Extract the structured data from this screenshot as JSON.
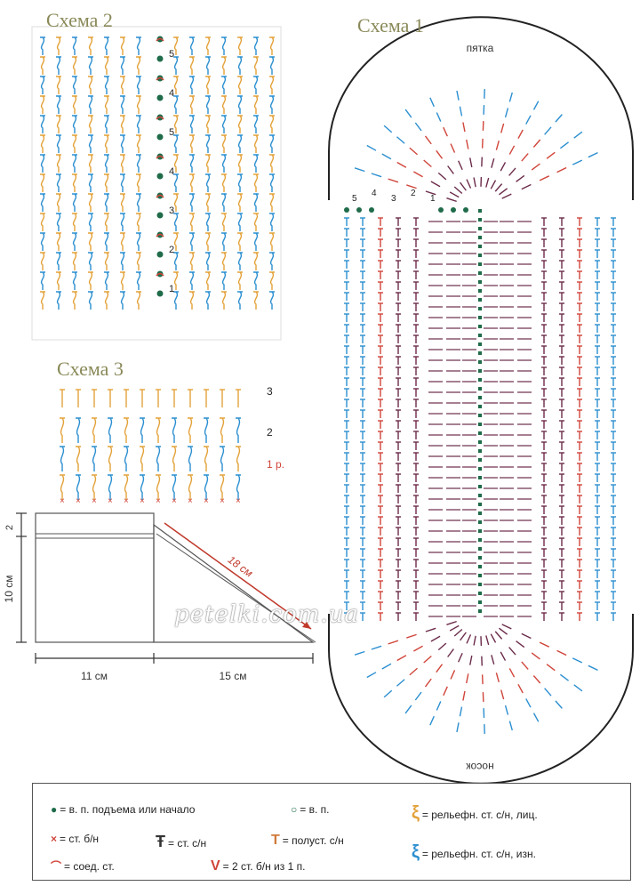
{
  "scheme1": {
    "title": "Схема 1",
    "label_top": "пятка",
    "label_bottom": "носок",
    "row_numbers": [
      "5",
      "4",
      "3",
      "2",
      "1"
    ]
  },
  "scheme2": {
    "title": "Схема 2",
    "row_numbers": [
      "5",
      "4",
      "5",
      "4",
      "3",
      "2",
      "1"
    ]
  },
  "scheme3": {
    "title": "Схема 3",
    "row_labels": [
      "3",
      "2",
      "1 р."
    ]
  },
  "pattern": {
    "dims": {
      "top": "2",
      "left": "10 см",
      "bottom_left": "11 см",
      "bottom_right": "15 см",
      "diagonal": "18 см"
    }
  },
  "watermark": "petelki.com.ua",
  "legend": {
    "items": [
      {
        "symbol": "●",
        "text": "= в. п. подъема или начало",
        "color": "#1f6b4a"
      },
      {
        "symbol": "○",
        "text": "= в. п.",
        "color": "#1f6b4a"
      },
      {
        "symbol": "ξ",
        "text": "= рельефн. ст. с/н, лиц.",
        "color": "#e3a23a"
      },
      {
        "symbol": "×",
        "text": "= ст. б/н",
        "color": "#d0453a"
      },
      {
        "symbol": "Ŧ",
        "text": "= ст. с/н",
        "color": "#333333"
      },
      {
        "symbol": "T",
        "text": "= полуст. с/н",
        "color": "#d07a3a"
      },
      {
        "symbol": "⌒",
        "text": "= соед. ст.",
        "color": "#d0453a"
      },
      {
        "symbol": "V",
        "text": "= 2 ст. б/н из 1 п.",
        "color": "#d0453a"
      },
      {
        "symbol": "ξ",
        "text": "= рельефн. ст. с/н, изн.",
        "color": "#2c8fd0"
      }
    ]
  },
  "colors": {
    "blue": "#2c8fd0",
    "orange": "#e3a23a",
    "red": "#d0453a",
    "dark": "#6b2b4a",
    "green": "#1f6b4a",
    "title": "#8a8a5a"
  }
}
